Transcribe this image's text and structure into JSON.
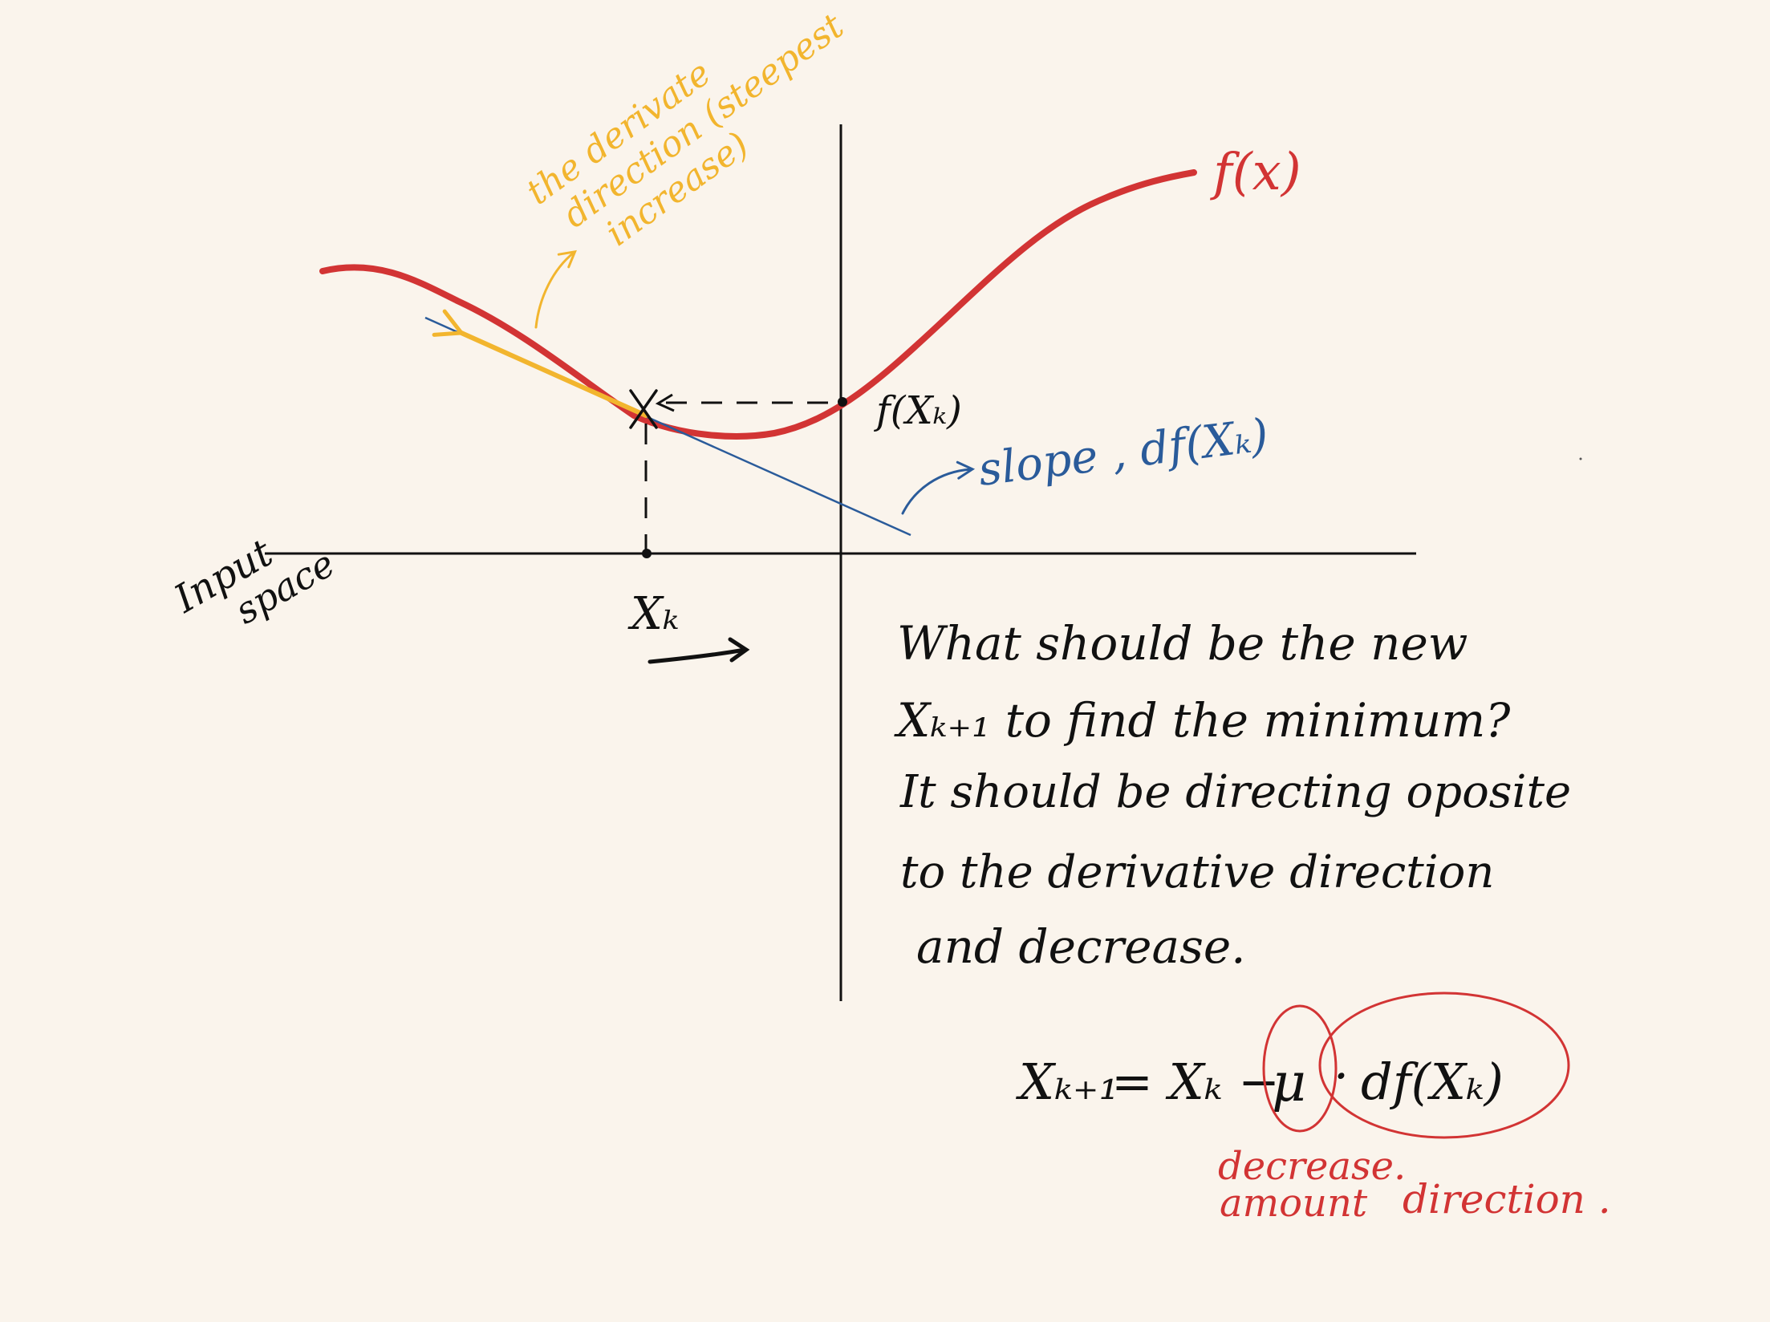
{
  "colors": {
    "background": "#faf4ec",
    "ink": "#111111",
    "curve": "#d23434",
    "tangent": "#2a5b9a",
    "derivative_arrow": "#f2b52e"
  },
  "labels": {
    "function": "f(x)",
    "point_value": "f(Xₖ)",
    "slope": "slope , df(Xₖ)",
    "x_point": "Xₖ",
    "input_space_line1": "Input",
    "input_space_line2": "space",
    "derivative_line1": "the derivate",
    "derivative_line2": "direction (steepest",
    "derivative_line3": "increase)"
  },
  "question": {
    "line1": "What should be the new",
    "line2": "Xₖ₊₁ to find the minimum?",
    "line3": "It should be directing oposite",
    "line4": "to the derivative direction",
    "line5": "and decrease."
  },
  "formula": {
    "lhs": "Xₖ₊₁",
    "rhs_start": "= Xₖ −",
    "step": "μ",
    "dot": "·",
    "gradient": "df(Xₖ)"
  },
  "annotations": {
    "step_line1": "decrease.",
    "step_line2": "amount",
    "gradient": "direction ."
  }
}
